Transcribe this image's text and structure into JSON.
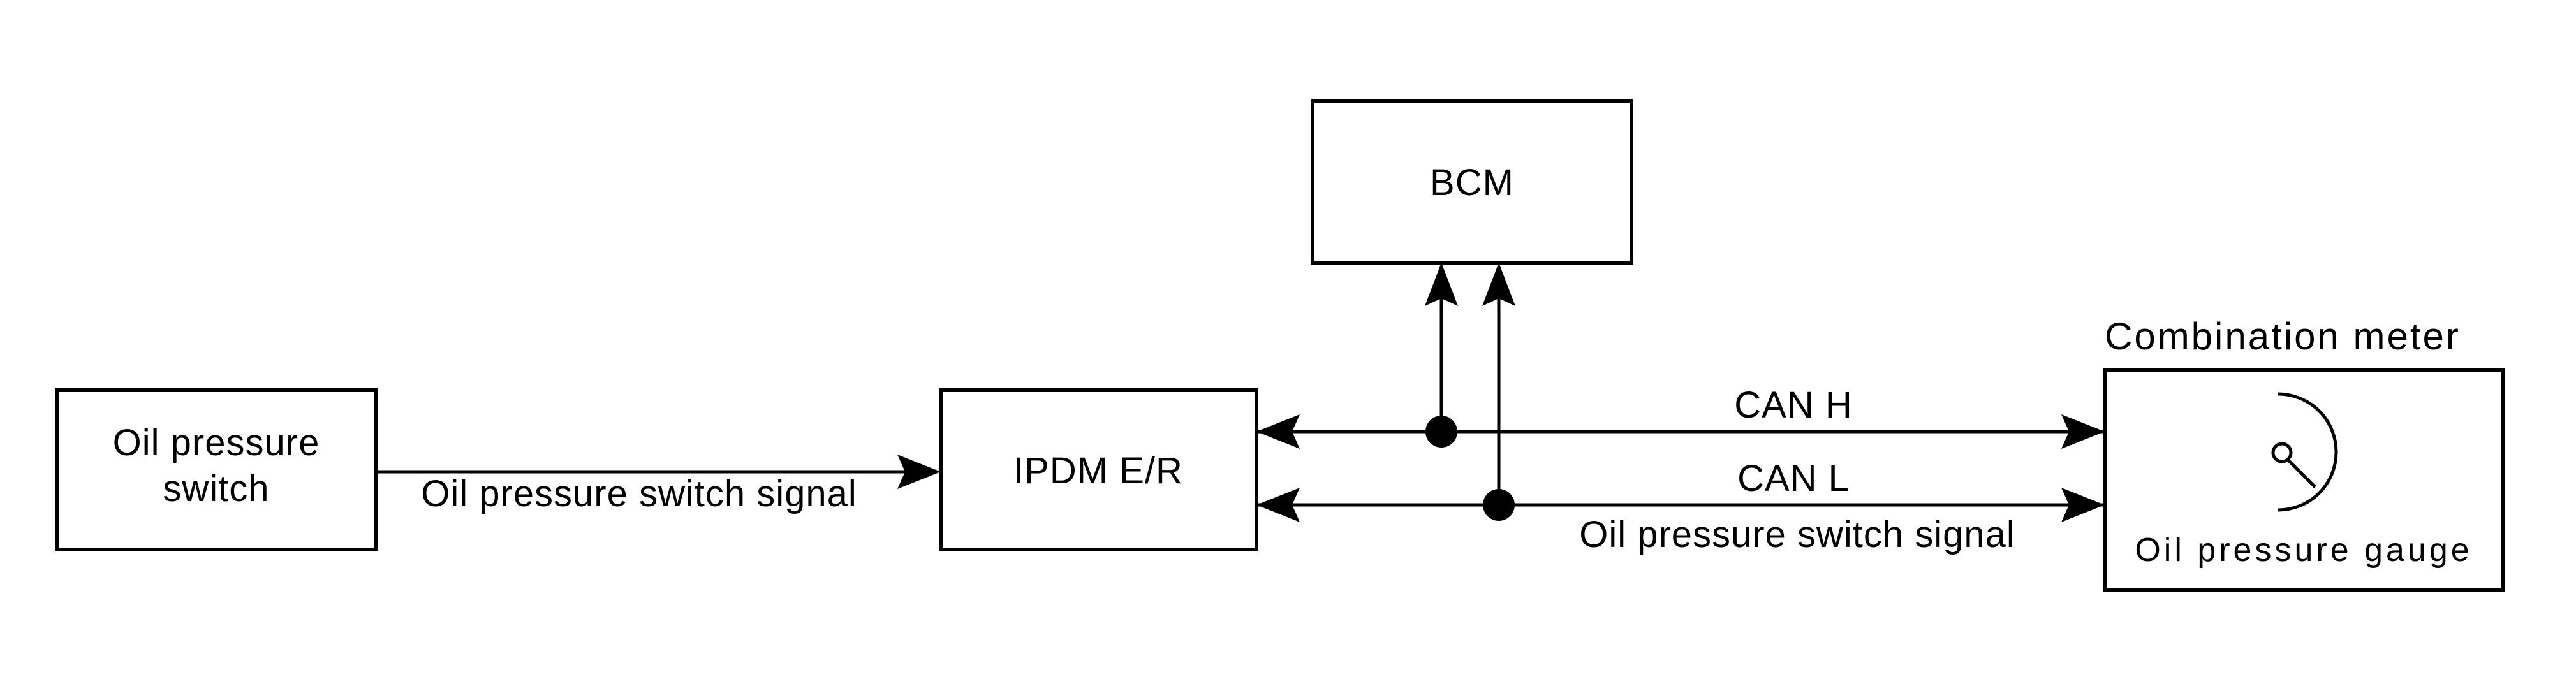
{
  "colors": {
    "ink": "#000000",
    "paper": "#ffffff"
  },
  "icons": {
    "gauge": "oil-pressure-gauge-dial-icon"
  },
  "diagram": {
    "nodes": {
      "oil_pressure_switch": {
        "label_line1": "Oil pressure",
        "label_line2": "switch"
      },
      "ipdm": {
        "label": "IPDM E/R"
      },
      "bcm": {
        "label": "BCM"
      },
      "combination_meter": {
        "title": "Combination meter",
        "gauge_label": "Oil pressure gauge"
      }
    },
    "edges": {
      "switch_to_ipdm": {
        "label": "Oil pressure switch signal"
      },
      "can_h": {
        "label": "CAN H"
      },
      "can_l": {
        "label": "CAN L"
      },
      "can_l_signal": {
        "label": "Oil pressure switch signal"
      }
    }
  }
}
